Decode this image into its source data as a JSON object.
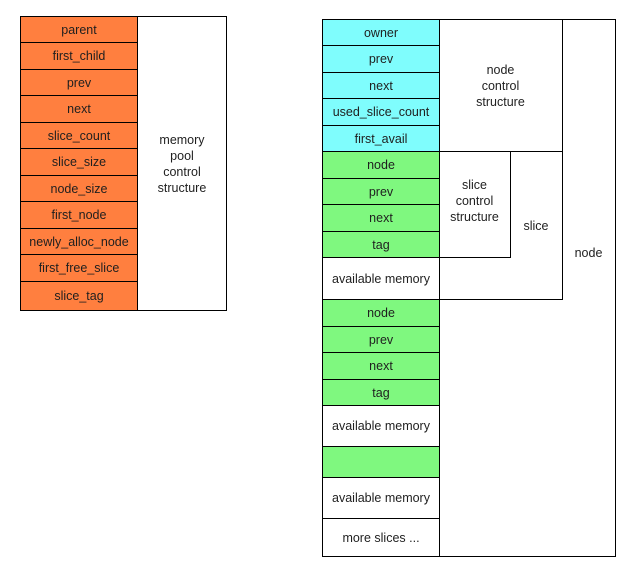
{
  "pool": {
    "fields": [
      "parent",
      "first_child",
      "prev",
      "next",
      "slice_count",
      "slice_size",
      "node_size",
      "first_node",
      "newly_alloc_node",
      "first_free_slice",
      "slice_tag"
    ],
    "label": "memory\npool\ncontrol\nstructure"
  },
  "node": {
    "control_fields": [
      "owner",
      "prev",
      "next",
      "used_slice_count",
      "first_avail"
    ],
    "control_label": "node\ncontrol\nstructure",
    "label": "node"
  },
  "slice1": {
    "fields": [
      "node",
      "prev",
      "next",
      "tag"
    ],
    "available": "available memory",
    "control_label": "slice\ncontrol\nstructure",
    "label": "slice"
  },
  "slice2": {
    "fields": [
      "node",
      "prev",
      "next",
      "tag"
    ],
    "available": "available memory"
  },
  "slice3": {
    "available": "available memory"
  },
  "more": "more slices ..."
}
